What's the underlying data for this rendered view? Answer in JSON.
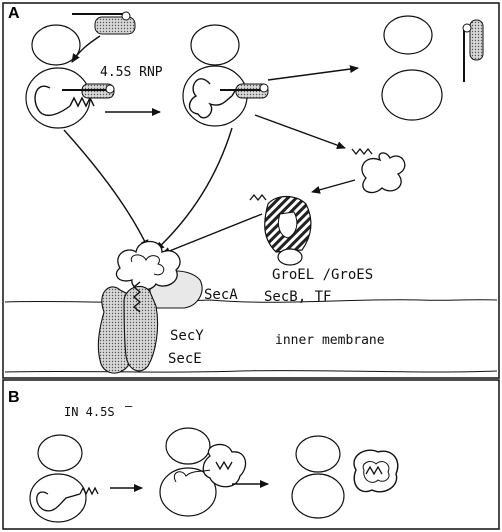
{
  "panels": {
    "a": {
      "letter": "A"
    },
    "b": {
      "letter": "B"
    }
  },
  "labels": {
    "rnp": "4.5S RNP",
    "groel": "GroEL /GroES",
    "secb": "SecB, TF",
    "seca": "SecA",
    "secy": "SecY",
    "sece": "SecE",
    "membrane": "inner membrane",
    "strains": "IN  4.5S",
    "strains_sup": "—"
  },
  "colors": {
    "ink": "#111111",
    "shade": "#c8c8c8",
    "hatch": "#222222"
  }
}
